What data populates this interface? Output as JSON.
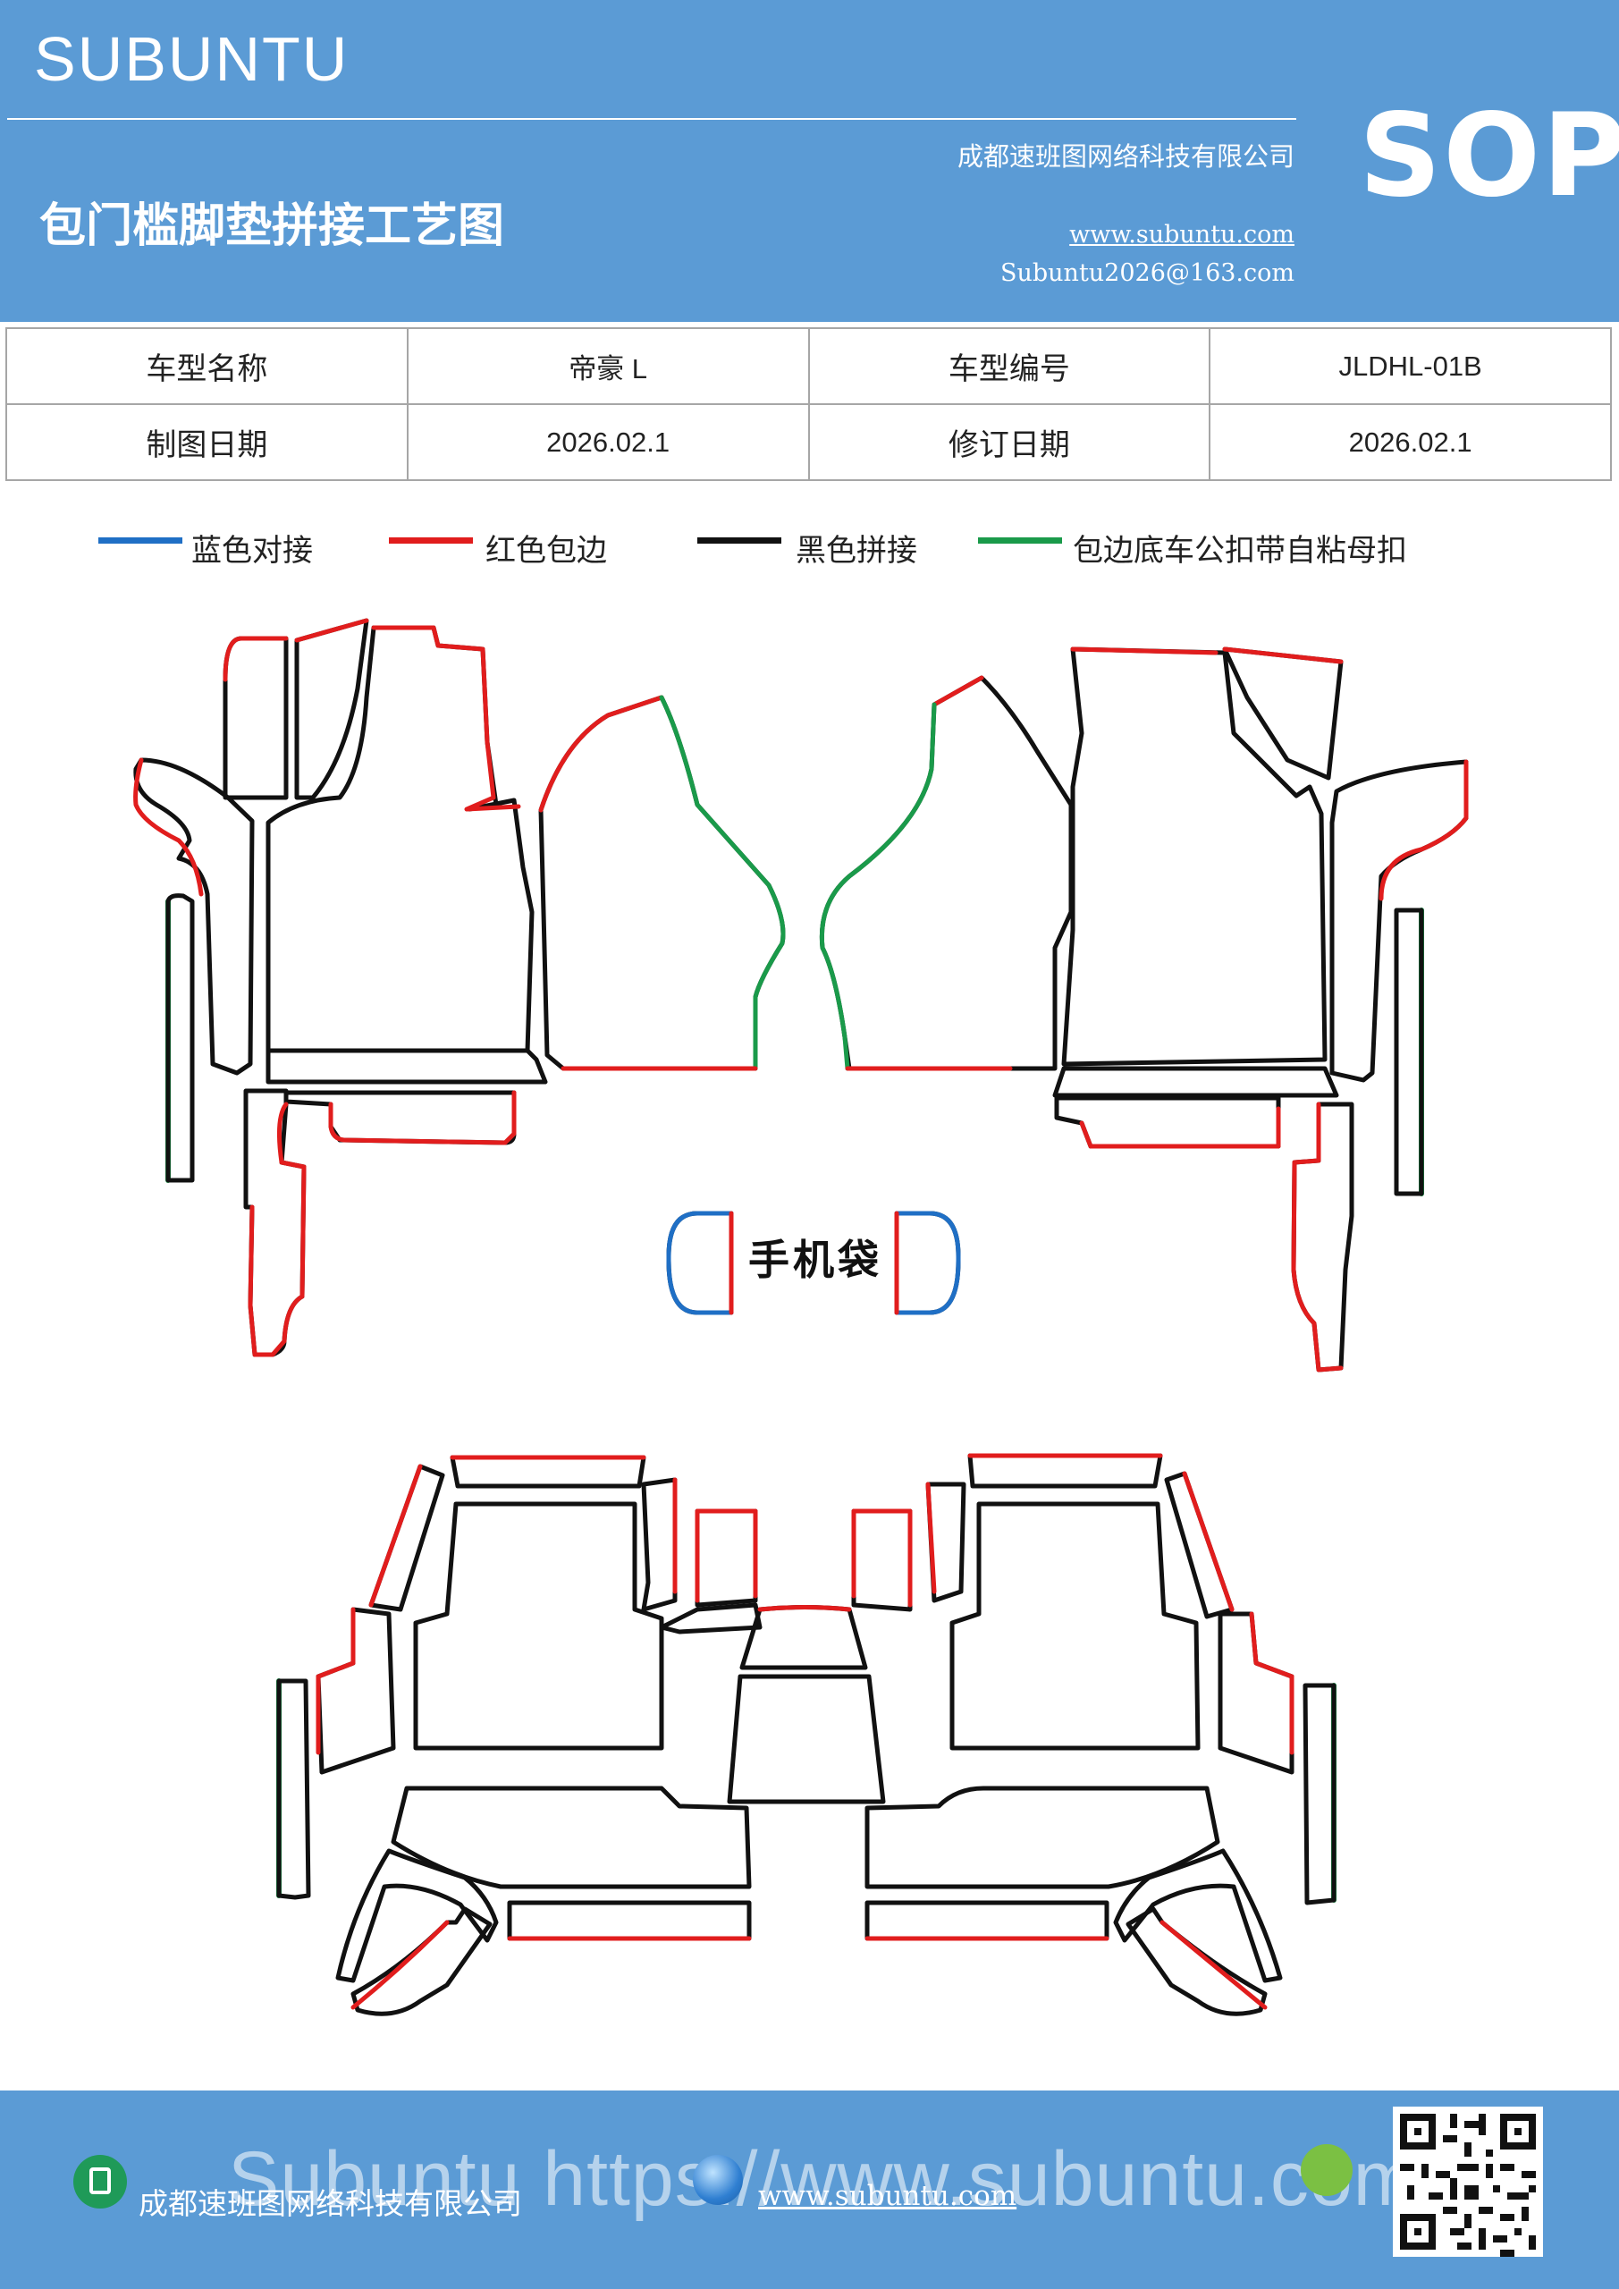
{
  "header": {
    "brand": "SUBUNTU",
    "title": "包门槛脚垫拼接工艺图",
    "company": "成都速班图网络科技有限公司",
    "website": "www.subuntu.com",
    "email": "Subuntu2026@163.com",
    "doc_type": "SOP"
  },
  "info_table": {
    "rows": [
      [
        "车型名称",
        "帝豪 L",
        "车型编号",
        "JLDHL-01B"
      ],
      [
        "制图日期",
        "2026.02.1",
        "修订日期",
        "2026.02.1"
      ]
    ]
  },
  "legend": [
    {
      "label": "蓝色对接",
      "color": "#1f6fc5"
    },
    {
      "label": "红色包边",
      "color": "#e11d1d"
    },
    {
      "label": "黑色拼接",
      "color": "#111111"
    },
    {
      "label": "包边底车公扣带自粘母扣",
      "color": "#1a9a4a"
    }
  ],
  "drawing": {
    "phone_pocket_label": "手机袋"
  },
  "footer": {
    "company": "成都速班图网络科技有限公司",
    "website": "www.subuntu.com",
    "watermark": "Subuntu https://www.subuntu.com"
  },
  "icons": {
    "footer_company": "building-icon",
    "footer_site": "globe-icon",
    "footer_wechat": "wechat-icon",
    "footer_qr": "qr-code-icon"
  }
}
